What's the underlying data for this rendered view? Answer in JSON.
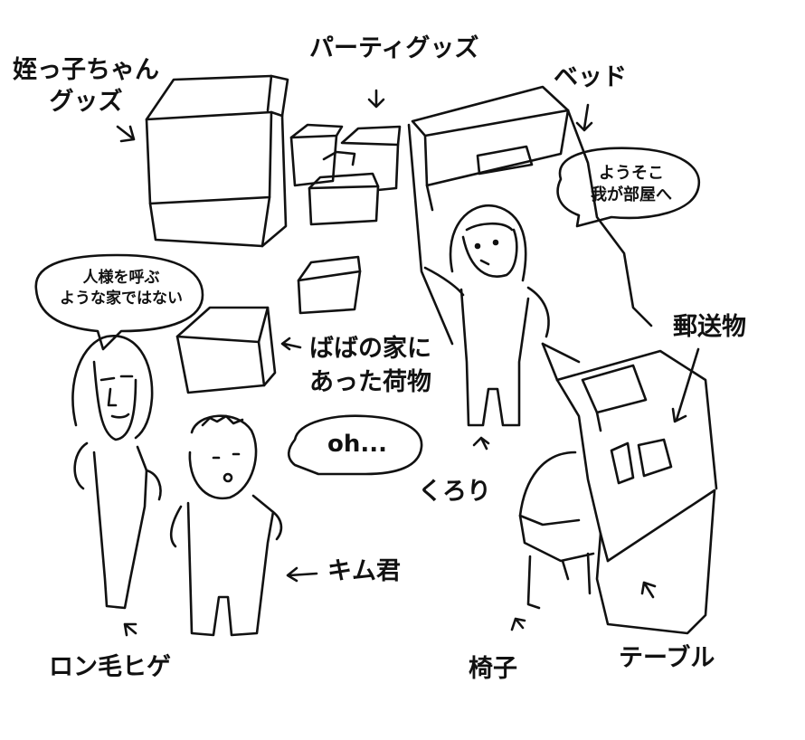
{
  "labels": {
    "niece_goods": [
      "姪っ子ちゃん",
      "グッズ"
    ],
    "party_goods": "パーティグッズ",
    "bed": "ベッド",
    "grandma_luggage": [
      "ばばの家に",
      "あった荷物"
    ],
    "mail": "郵送物",
    "kurori": "くろり",
    "kim": "キム君",
    "long_hair_beard": "ロン毛ヒゲ",
    "chair": "椅子",
    "table": "テーブル"
  },
  "bubbles": {
    "welcome": [
      "ようそこ",
      "我が部屋へ"
    ],
    "not_for_guests": [
      "人様を呼ぶ",
      "ような家ではない"
    ],
    "oh": "oh..."
  },
  "colors": {
    "ink": "#111111",
    "paper": "#ffffff"
  }
}
